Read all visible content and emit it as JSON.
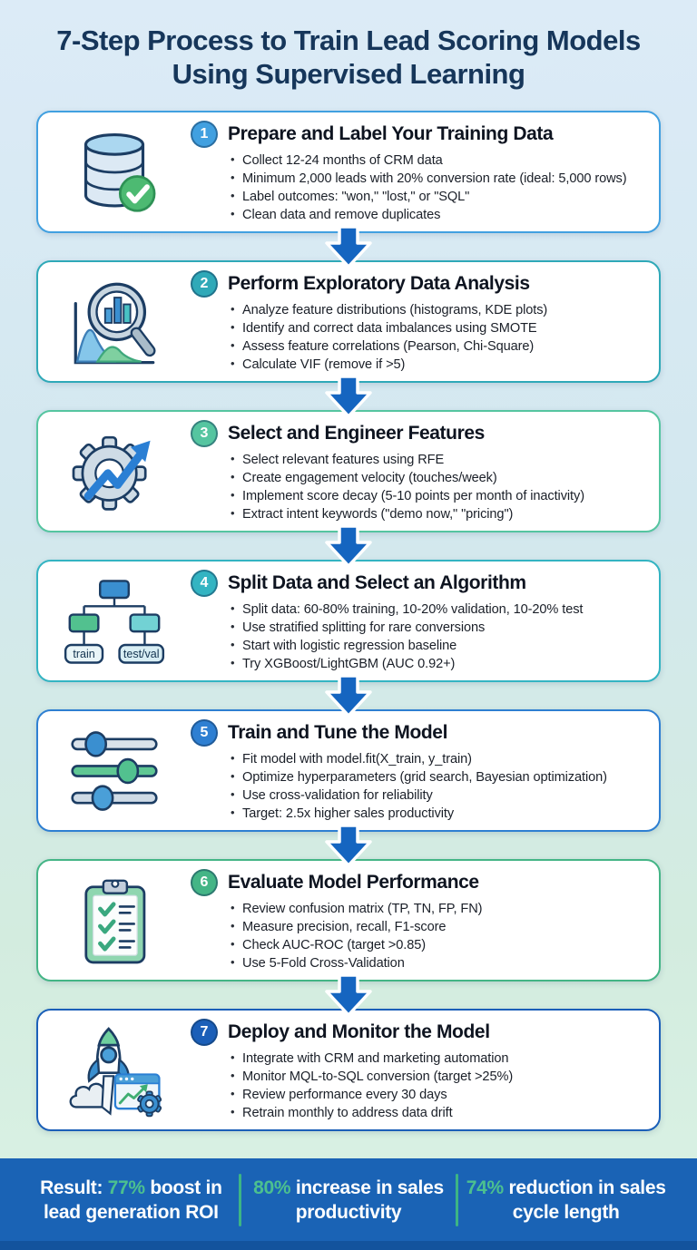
{
  "title": "7-Step Process to Train Lead Scoring Models Using Supervised Learning",
  "palette": {
    "title_color": "#16365a",
    "arrow_color": "#1565c0",
    "footer_background": "#1a63b5",
    "footer_highlight": "#4cc08f",
    "card_background": "#ffffff"
  },
  "steps": [
    {
      "number": "1",
      "heading": "Prepare and Label Your Training Data",
      "icon": "database-check-icon",
      "accent": "#41a0e0",
      "bullets": [
        "Collect 12-24 months of CRM data",
        "Minimum 2,000 leads with 20% conversion rate (ideal: 5,000 rows)",
        "Label outcomes: \"won,\" \"lost,\" or \"SQL\"",
        "Clean data and remove duplicates"
      ]
    },
    {
      "number": "2",
      "heading": "Perform Exploratory Data Analysis",
      "icon": "magnifier-chart-icon",
      "accent": "#2fa9b8",
      "bullets": [
        "Analyze feature distributions (histograms, KDE plots)",
        "Identify and correct data imbalances using SMOTE",
        "Assess feature correlations (Pearson, Chi-Square)",
        "Calculate VIF (remove if >5)"
      ]
    },
    {
      "number": "3",
      "heading": "Select and Engineer Features",
      "icon": "gear-trend-arrow-icon",
      "accent": "#55c5a0",
      "bullets": [
        "Select relevant features using RFE",
        "Create engagement velocity (touches/week)",
        "Implement score decay (5-10 points per month of inactivity)",
        "Extract intent keywords (\"demo now,\" \"pricing\")"
      ]
    },
    {
      "number": "4",
      "heading": "Split Data and Select an Algorithm",
      "icon": "split-tree-icon",
      "accent": "#33b4c2",
      "icon_labels": [
        "train",
        "test/val"
      ],
      "bullets": [
        "Split data: 60-80% training, 10-20% validation, 10-20% test",
        "Use stratified splitting for rare conversions",
        "Start with logistic regression baseline",
        "Try XGBoost/LightGBM (AUC 0.92+)"
      ]
    },
    {
      "number": "5",
      "heading": "Train and Tune the Model",
      "icon": "sliders-icon",
      "accent": "#2e7fd2",
      "bullets": [
        "Fit model with model.fit(X_train, y_train)",
        "Optimize hyperparameters (grid search, Bayesian optimization)",
        "Use cross-validation for reliability",
        "Target: 2.5x higher sales productivity"
      ]
    },
    {
      "number": "6",
      "heading": "Evaluate Model Performance",
      "icon": "clipboard-checks-icon",
      "accent": "#44b586",
      "bullets": [
        "Review confusion matrix (TP, TN, FP, FN)",
        "Measure precision, recall, F1-score",
        "Check AUC-ROC (target >0.85)",
        "Use 5-Fold Cross-Validation"
      ]
    },
    {
      "number": "7",
      "heading": "Deploy and Monitor the Model",
      "icon": "rocket-launch-icon",
      "accent": "#1b5fb8",
      "bullets": [
        "Integrate with CRM and marketing automation",
        "Monitor MQL-to-SQL conversion (target >25%)",
        "Review performance every 30 days",
        "Retrain monthly to address data drift"
      ]
    }
  ],
  "footer": {
    "stats": [
      {
        "prefix": "Result: ",
        "highlight": "77%",
        "suffix": " boost in lead generation ROI"
      },
      {
        "prefix": "",
        "highlight": "80%",
        "suffix": " increase in sales productivity"
      },
      {
        "prefix": "",
        "highlight": "74%",
        "suffix": " reduction in sales cycle length"
      }
    ]
  }
}
